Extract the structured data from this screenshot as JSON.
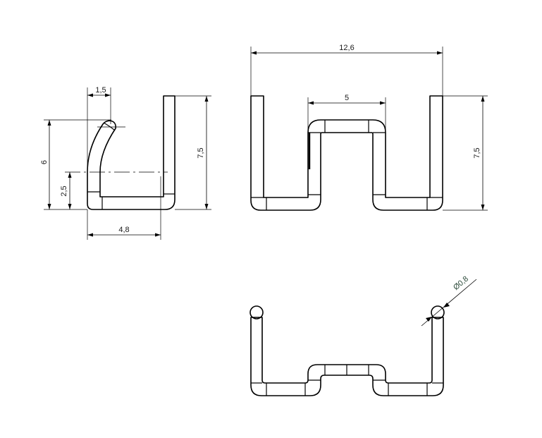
{
  "dimensions": {
    "side_top_width": "1,5",
    "side_height_bend": "6",
    "side_height_arm": "7,5",
    "side_bend_offset": "2,5",
    "side_base_width": "4,8",
    "front_total_width": "12,6",
    "front_center_width": "5",
    "front_height": "7,5",
    "top_wire_diameter": "Ø0,8"
  },
  "colors": {
    "line": "#000000",
    "text": "#1a1a1a",
    "text_green": "#2c4a3a"
  }
}
